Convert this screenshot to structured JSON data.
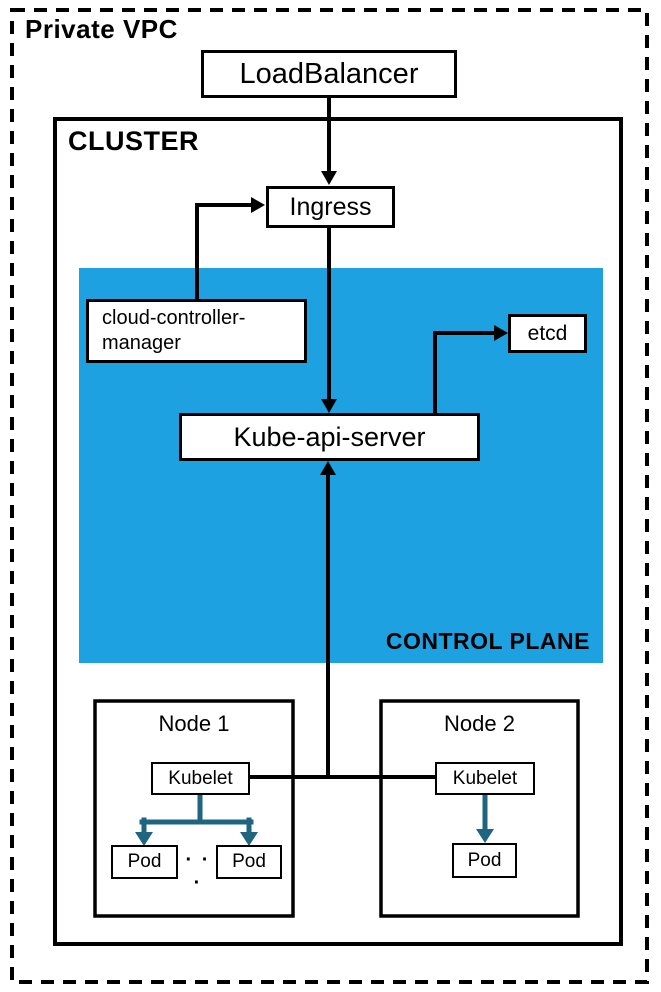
{
  "labels": {
    "vpc": "Private VPC",
    "cluster": "CLUSTER",
    "control_plane": "CONTROL PLANE"
  },
  "boxes": {
    "load_balancer": "LoadBalancer",
    "ingress": "Ingress",
    "ccm_line1": "cloud-controller-",
    "ccm_line2": "manager",
    "etcd": "etcd",
    "kube_api_server": "Kube-api-server"
  },
  "node1": {
    "label": "Node 1",
    "kubelet": "Kubelet",
    "pods": [
      "Pod",
      "Pod"
    ],
    "ellipsis": "· · ·"
  },
  "node2": {
    "label": "Node 2",
    "kubelet": "Kubelet",
    "pod": "Pod"
  },
  "colors": {
    "control_plane_bg": "#1da1e0",
    "connector": "#1f6480",
    "line": "#000000"
  }
}
